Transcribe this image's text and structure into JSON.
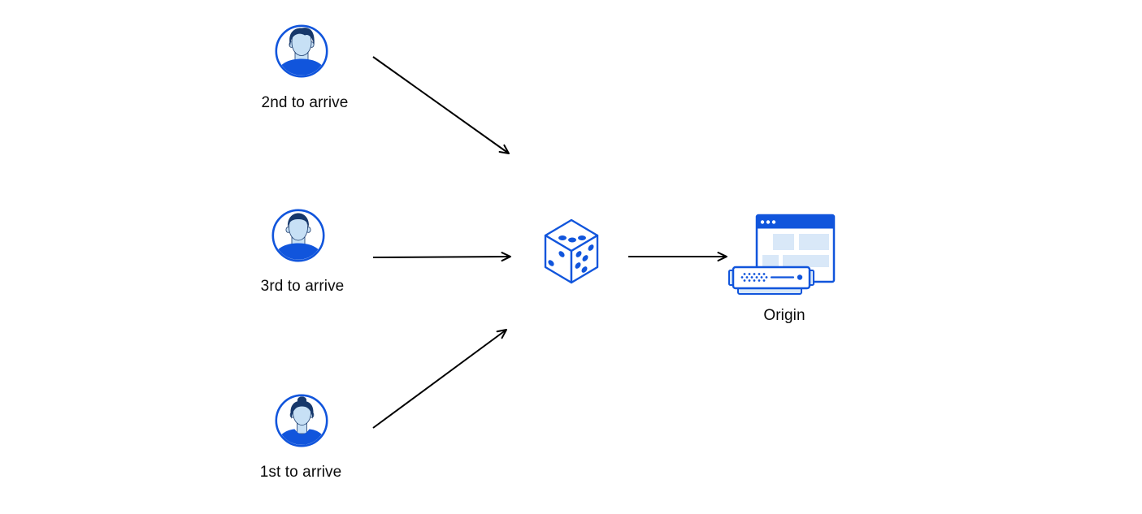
{
  "diagram": {
    "clients": [
      {
        "position": "top",
        "label": "2nd to arrive",
        "icon": "avatar-man-swept-hair-icon"
      },
      {
        "position": "middle",
        "label": "3rd to arrive",
        "icon": "avatar-man-short-hair-icon"
      },
      {
        "position": "bottom",
        "label": "1st to arrive",
        "icon": "avatar-woman-bun-icon"
      }
    ],
    "selector": {
      "icon": "dice-icon"
    },
    "origin": {
      "label": "Origin",
      "icon": "origin-server-icon"
    },
    "connections": [
      {
        "from": "2nd to arrive",
        "to": "dice"
      },
      {
        "from": "3rd to arrive",
        "to": "dice"
      },
      {
        "from": "1st to arrive",
        "to": "dice"
      },
      {
        "from": "dice",
        "to": "Origin"
      }
    ],
    "colors": {
      "primary_blue": "#1155DC",
      "dark_navy": "#17386B",
      "skin_light_blue": "#C7E0F5",
      "panel_light_blue": "#D9E8F8",
      "arrow": "#000000",
      "text": "#0B0B0B",
      "background": "#FFFFFF"
    }
  }
}
